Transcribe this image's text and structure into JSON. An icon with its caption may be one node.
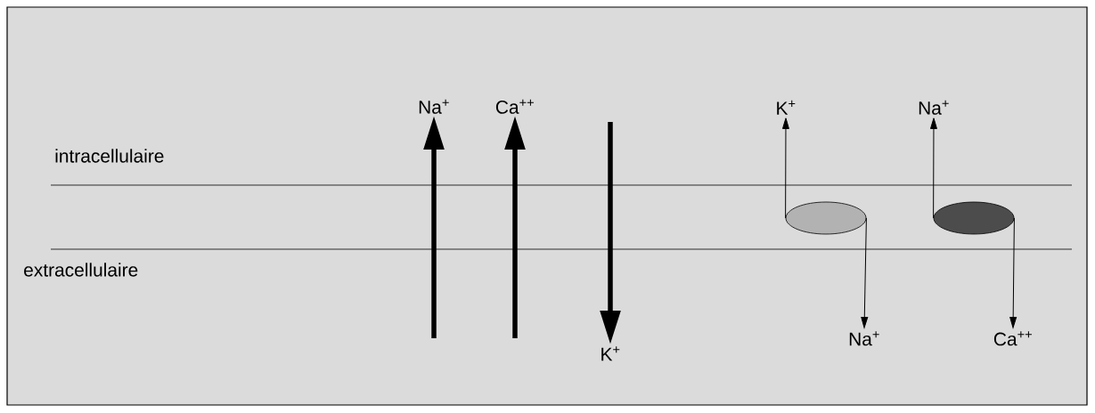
{
  "diagram": {
    "nodes": [
      {
        "text": [
          "Na$^{+}$"
        ]
      },
      {
        "text": [
          "Ca$^{++}$"
        ]
      },
      {
        "text": [
          "K$^{+}$"
        ]
      },
      {
        "text": [
          "K$^{+}$"
        ]
      },
      {
        "text": [],
        "shape": "ellipse"
      },
      {
        "text": [
          "Na$^{+}$"
        ]
      },
      {
        "text": [
          "Na$^{+}$"
        ]
      },
      {
        "text": [],
        "shape": "ellipse"
      },
      {
        "text": [
          "Ca$^{++}$"
        ]
      }
    ],
    "edges": [
      {
        "from": null,
        "to": 0,
        "arrow": "to",
        "style": "thick"
      },
      {
        "from": null,
        "to": 1,
        "arrow": "to",
        "style": "thick"
      },
      {
        "from": null,
        "to": 2,
        "arrow": "to",
        "style": "thick"
      },
      {
        "from": 4,
        "to": 3,
        "arrow": "to"
      },
      {
        "from": 4,
        "to": 5,
        "arrow": "to"
      },
      {
        "from": 7,
        "to": 6,
        "arrow": "to"
      },
      {
        "from": 7,
        "to": 8,
        "arrow": "to"
      }
    ],
    "labels": [
      "intracellulaire",
      "extracellulaire"
    ]
  }
}
